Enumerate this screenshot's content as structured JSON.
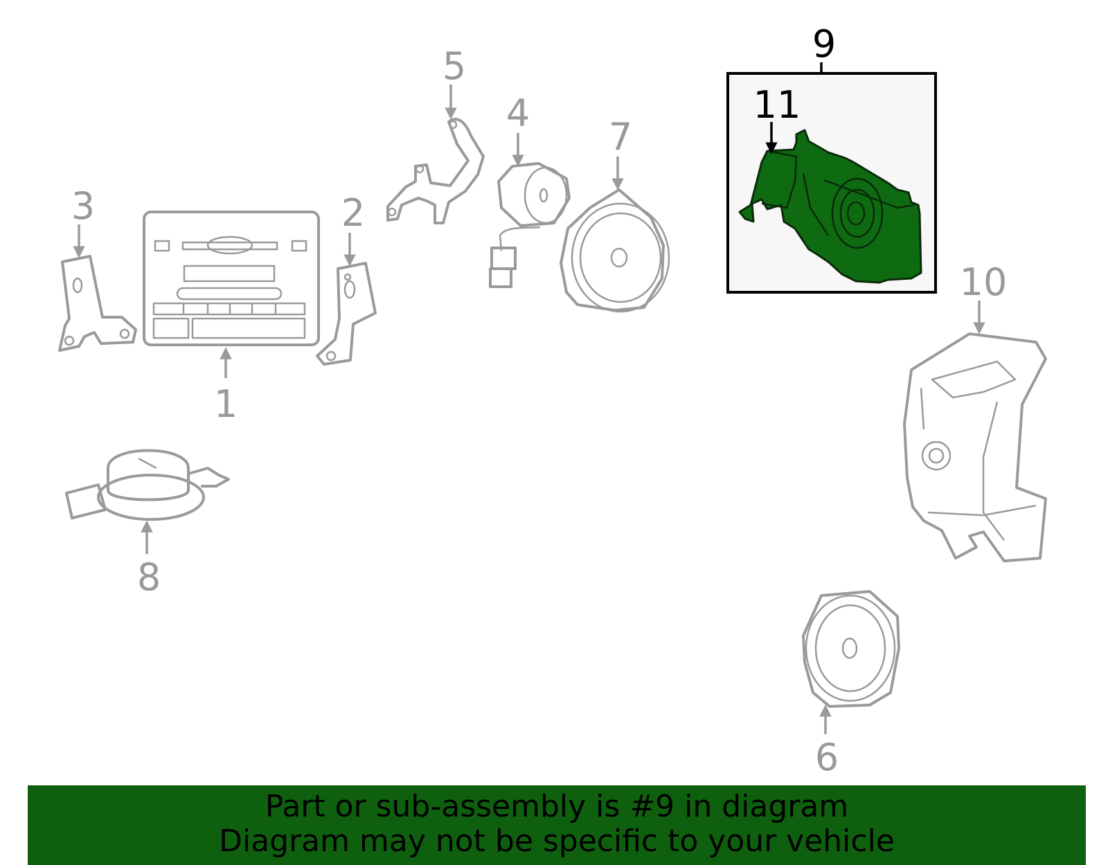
{
  "callouts": {
    "c1": "1",
    "c2": "2",
    "c3": "3",
    "c4": "4",
    "c5": "5",
    "c6": "6",
    "c7": "7",
    "c8": "8",
    "c9": "9",
    "c10": "10",
    "c11": "11"
  },
  "highlighted_part": "9",
  "colors": {
    "highlight_fill": "#0f6b12",
    "banner_background": "#0f600e",
    "part_outline": "#9a9a9a",
    "inset_background": "#f7f7f7"
  },
  "footer": {
    "line1": "Part or sub-assembly is #9 in diagram",
    "line2": "Diagram may not be specific to your vehicle"
  }
}
